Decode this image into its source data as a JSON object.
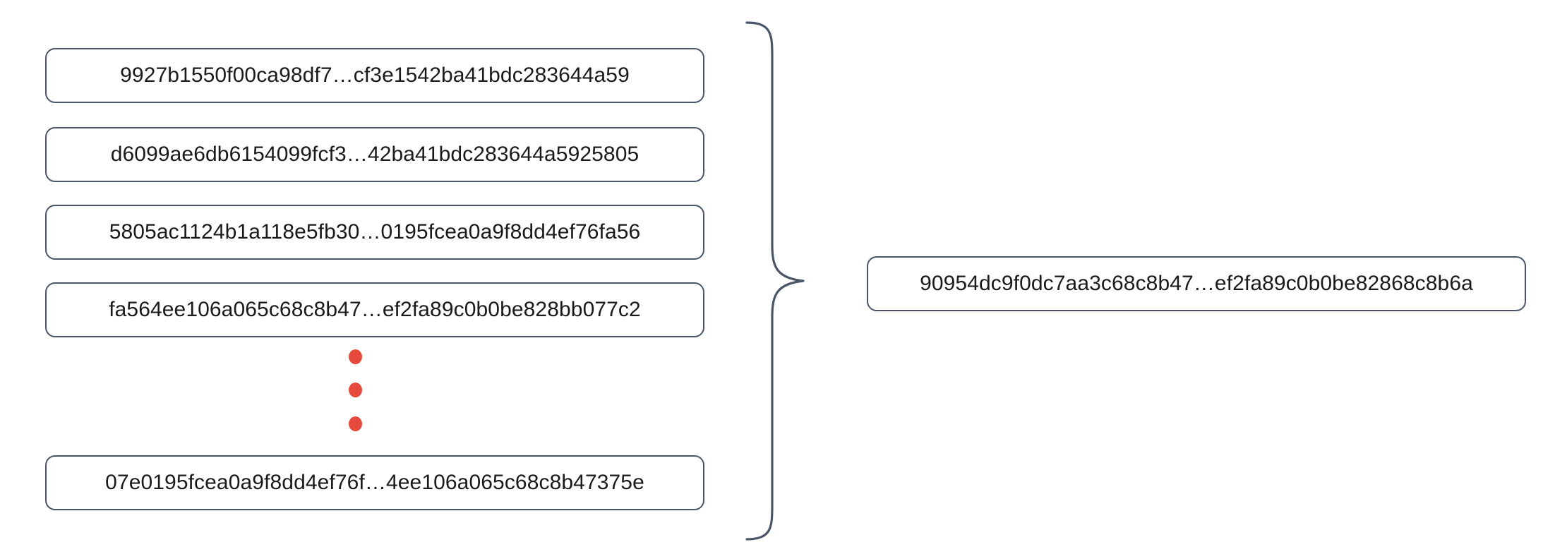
{
  "diagram": {
    "type": "merkle-aggregation",
    "title": "",
    "stroke_color": "#4a5568",
    "dot_color": "#e64a3d",
    "background_color": "#ffffff",
    "text_color": "#1a1a1a"
  },
  "leaves": [
    {
      "id": "leaf-0",
      "hash": "9927b1550f00ca98df7…cf3e1542ba41bdc283644a59"
    },
    {
      "id": "leaf-1",
      "hash": "d6099ae6db6154099fcf3…42ba41bdc283644a5925805"
    },
    {
      "id": "leaf-2",
      "hash": "5805ac1124b1a118e5fb30…0195fcea0a9f8dd4ef76fa56"
    },
    {
      "id": "leaf-3",
      "hash": "fa564ee106a065c68c8b47…ef2fa89c0b0be828bb077c2"
    },
    {
      "id": "leaf-4",
      "hash": "07e0195fcea0a9f8dd4ef76f…4ee106a065c68c8b47375e"
    }
  ],
  "ellipsis": {
    "symbol": "vertical-ellipsis",
    "dot_count": 3,
    "color": "#e64a3d"
  },
  "brace": {
    "orientation": "right-pointing",
    "label": ""
  },
  "root": {
    "id": "root-box",
    "hash": "90954dc9f0dc7aa3c68c8b47…ef2fa89c0b0be82868c8b6a"
  }
}
